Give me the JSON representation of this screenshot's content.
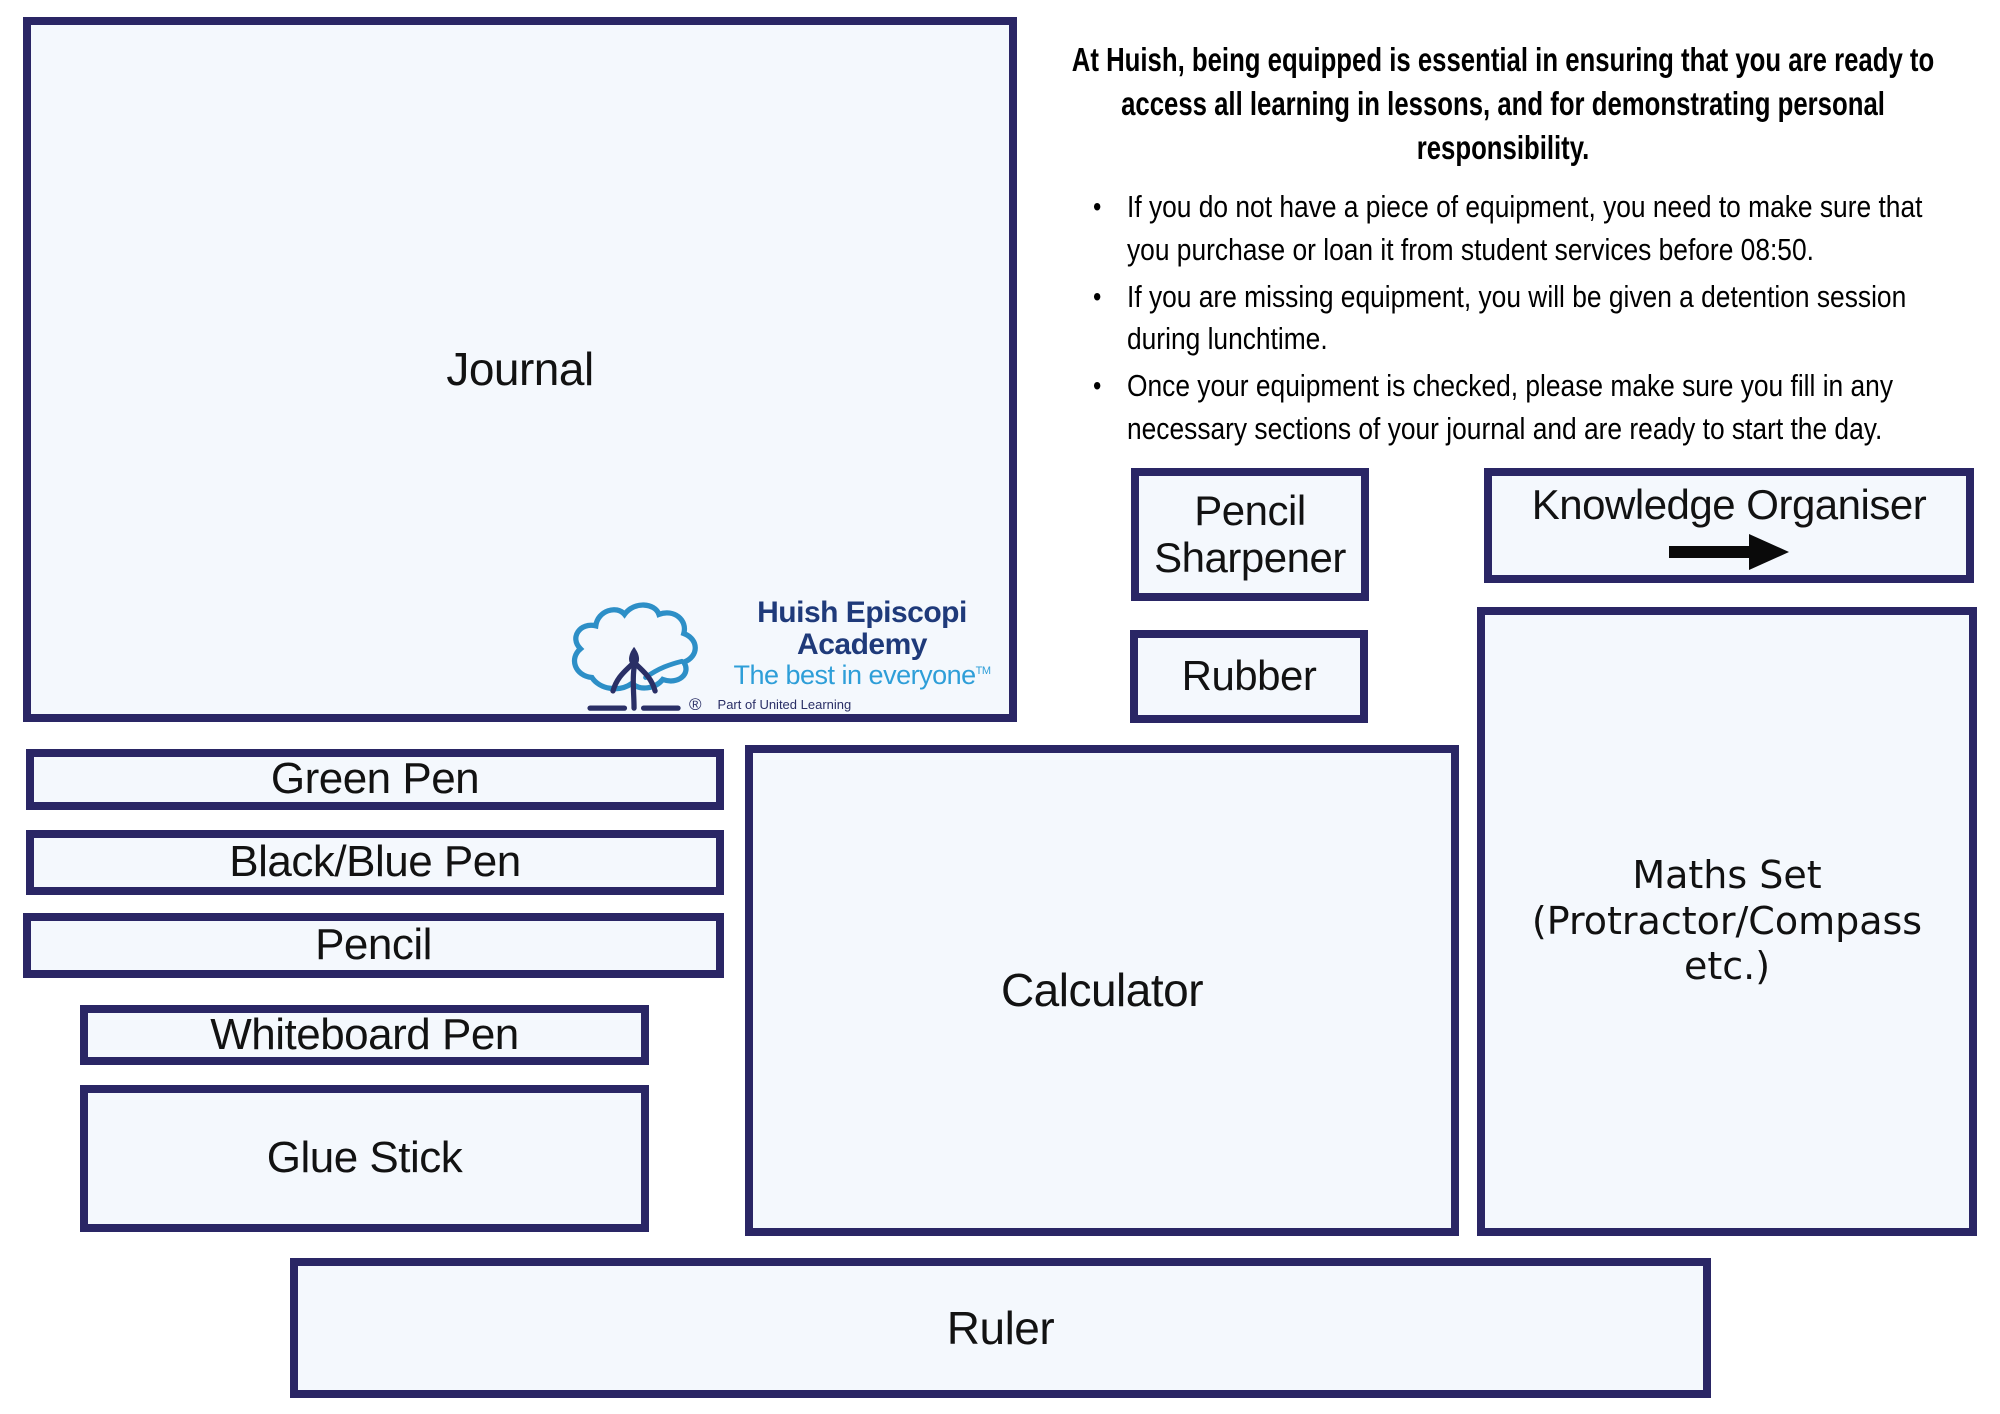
{
  "page": {
    "background": "#ffffff"
  },
  "colors": {
    "box_border": "#2a2665",
    "box_fill": "#f4f8fd",
    "text": "#111111",
    "arrow": "#0a0a0a",
    "logo_name_navy": "#1f3a7a",
    "logo_tagline_blue": "#2e9ed8",
    "logo_tree_blue": "#2d8fc7",
    "logo_person_navy": "#2a2f66"
  },
  "bullet_glyph": "•",
  "intro": {
    "text": "At Huish, being equipped is essential in ensuring that you are ready to access all learning in lessons, and for demonstrating personal responsibility."
  },
  "bullets": [
    {
      "text": "If you do not have a piece of equipment, you need to make sure that you purchase or loan it from student services before 08:50."
    },
    {
      "text": "If you are missing equipment, you will be given a detention session during lunchtime."
    },
    {
      "text": "Once your equipment is checked, please make sure you fill in any necessary sections of your journal and are ready to start the day."
    }
  ],
  "equipment": {
    "journal": "Journal",
    "pencil_sharpener": "Pencil Sharpener",
    "knowledge_organiser": "Knowledge Organiser",
    "rubber": "Rubber",
    "maths_set": "Maths Set (Protractor/Compass etc.)",
    "green_pen": "Green Pen",
    "black_blue_pen": "Black/Blue Pen",
    "pencil": "Pencil",
    "whiteboard_pen": "Whiteboard Pen",
    "glue_stick": "Glue Stick",
    "calculator": "Calculator",
    "ruler": "Ruler"
  },
  "logo": {
    "academy_name": "Huish Episcopi Academy",
    "tagline": "The best in everyone",
    "trademark": "TM",
    "registered": "®",
    "subtitle": "Part of United Learning"
  },
  "icons": {
    "knowledge_organiser_arrow": "right-arrow",
    "logo_tree": "tree-with-person"
  }
}
